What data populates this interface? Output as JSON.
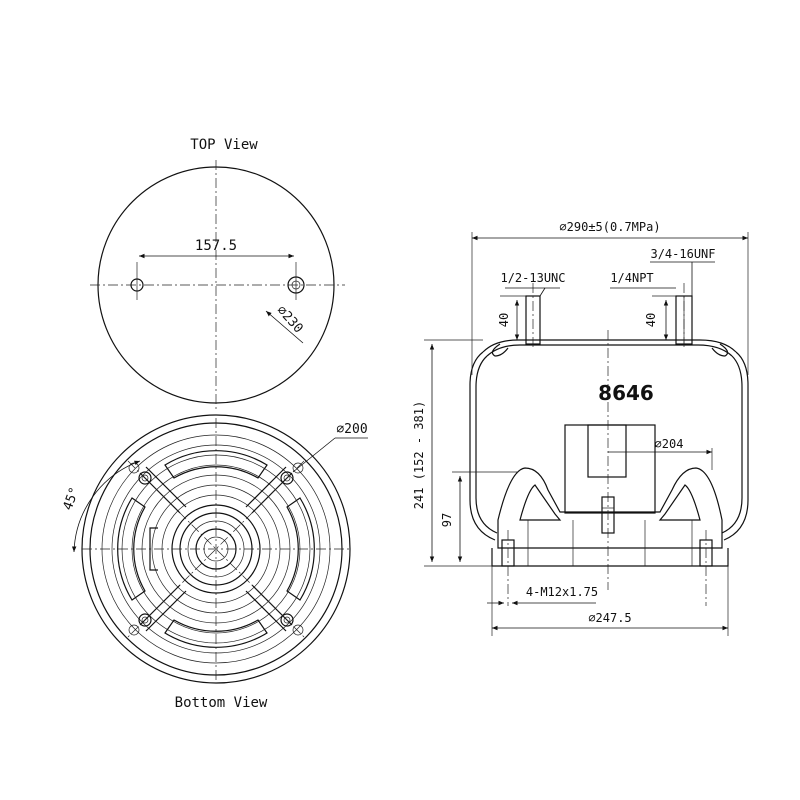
{
  "top_view": {
    "title": "TOP View",
    "dim_hole_spacing": "157.5",
    "dim_diameter": "⌀230"
  },
  "bottom_view": {
    "title": "Bottom View",
    "dim_diameter": "⌀200",
    "dim_angle": "45°"
  },
  "side_view": {
    "model_number": "8646",
    "dim_overall_diameter": "⌀290±5(0.7MPa)",
    "dim_port_thread": "3/4-16UNF",
    "dim_stud_thread": "1/2-13UNC",
    "dim_npt": "1/4NPT",
    "dim_stud_height_left": "40",
    "dim_stud_height_right": "40",
    "dim_height": "241 (152 - 381)",
    "dim_piston_height": "97",
    "dim_piston_diameter": "⌀204",
    "dim_bottom_thread": "4-M12x1.75",
    "dim_base_diameter": "⌀247.5"
  }
}
